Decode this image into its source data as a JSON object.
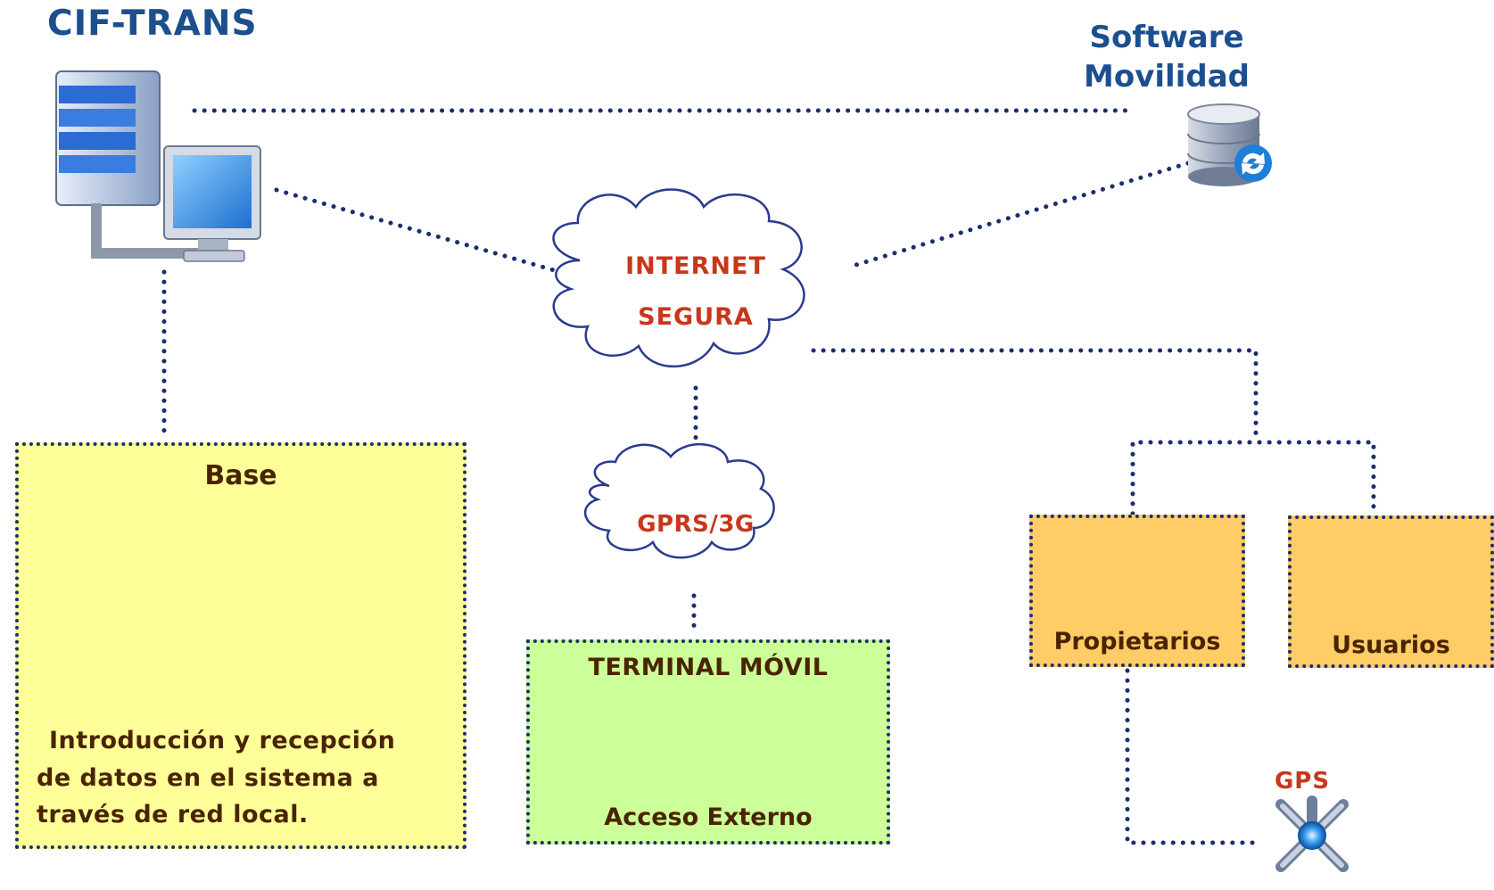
{
  "title": "CIF-TRANS",
  "software": {
    "line1": "Software",
    "line2": "Movilidad"
  },
  "internet_cloud": {
    "line1": "INTERNET",
    "line2": "SEGURA"
  },
  "gprs_cloud": {
    "label": "GPRS/3G"
  },
  "base": {
    "heading": "Base",
    "desc_line1": "Introducción y recepción",
    "desc_line2": "de datos en el sistema a",
    "desc_line3": "través de red local."
  },
  "terminal": {
    "heading": "TERMINAL MÓVIL",
    "footer": "Acceso Externo"
  },
  "propietarios": {
    "label": "Propietarios"
  },
  "usuarios": {
    "label": "Usuarios"
  },
  "gps": {
    "label": "GPS"
  },
  "icons": [
    "server-computer-icon",
    "database-sync-icon",
    "users-computers-icon",
    "mobile-users-icon",
    "truck-icon",
    "user-computer-icon",
    "satellite-icon"
  ],
  "colors": {
    "navy": "#1a2e6e",
    "title_blue": "#1c4f8f",
    "red_label": "#c8371a",
    "dark_brown": "#4a2400",
    "base_fill": "#ffff99",
    "terminal_fill": "#ccff99",
    "orange_fill": "#ffcc66"
  }
}
